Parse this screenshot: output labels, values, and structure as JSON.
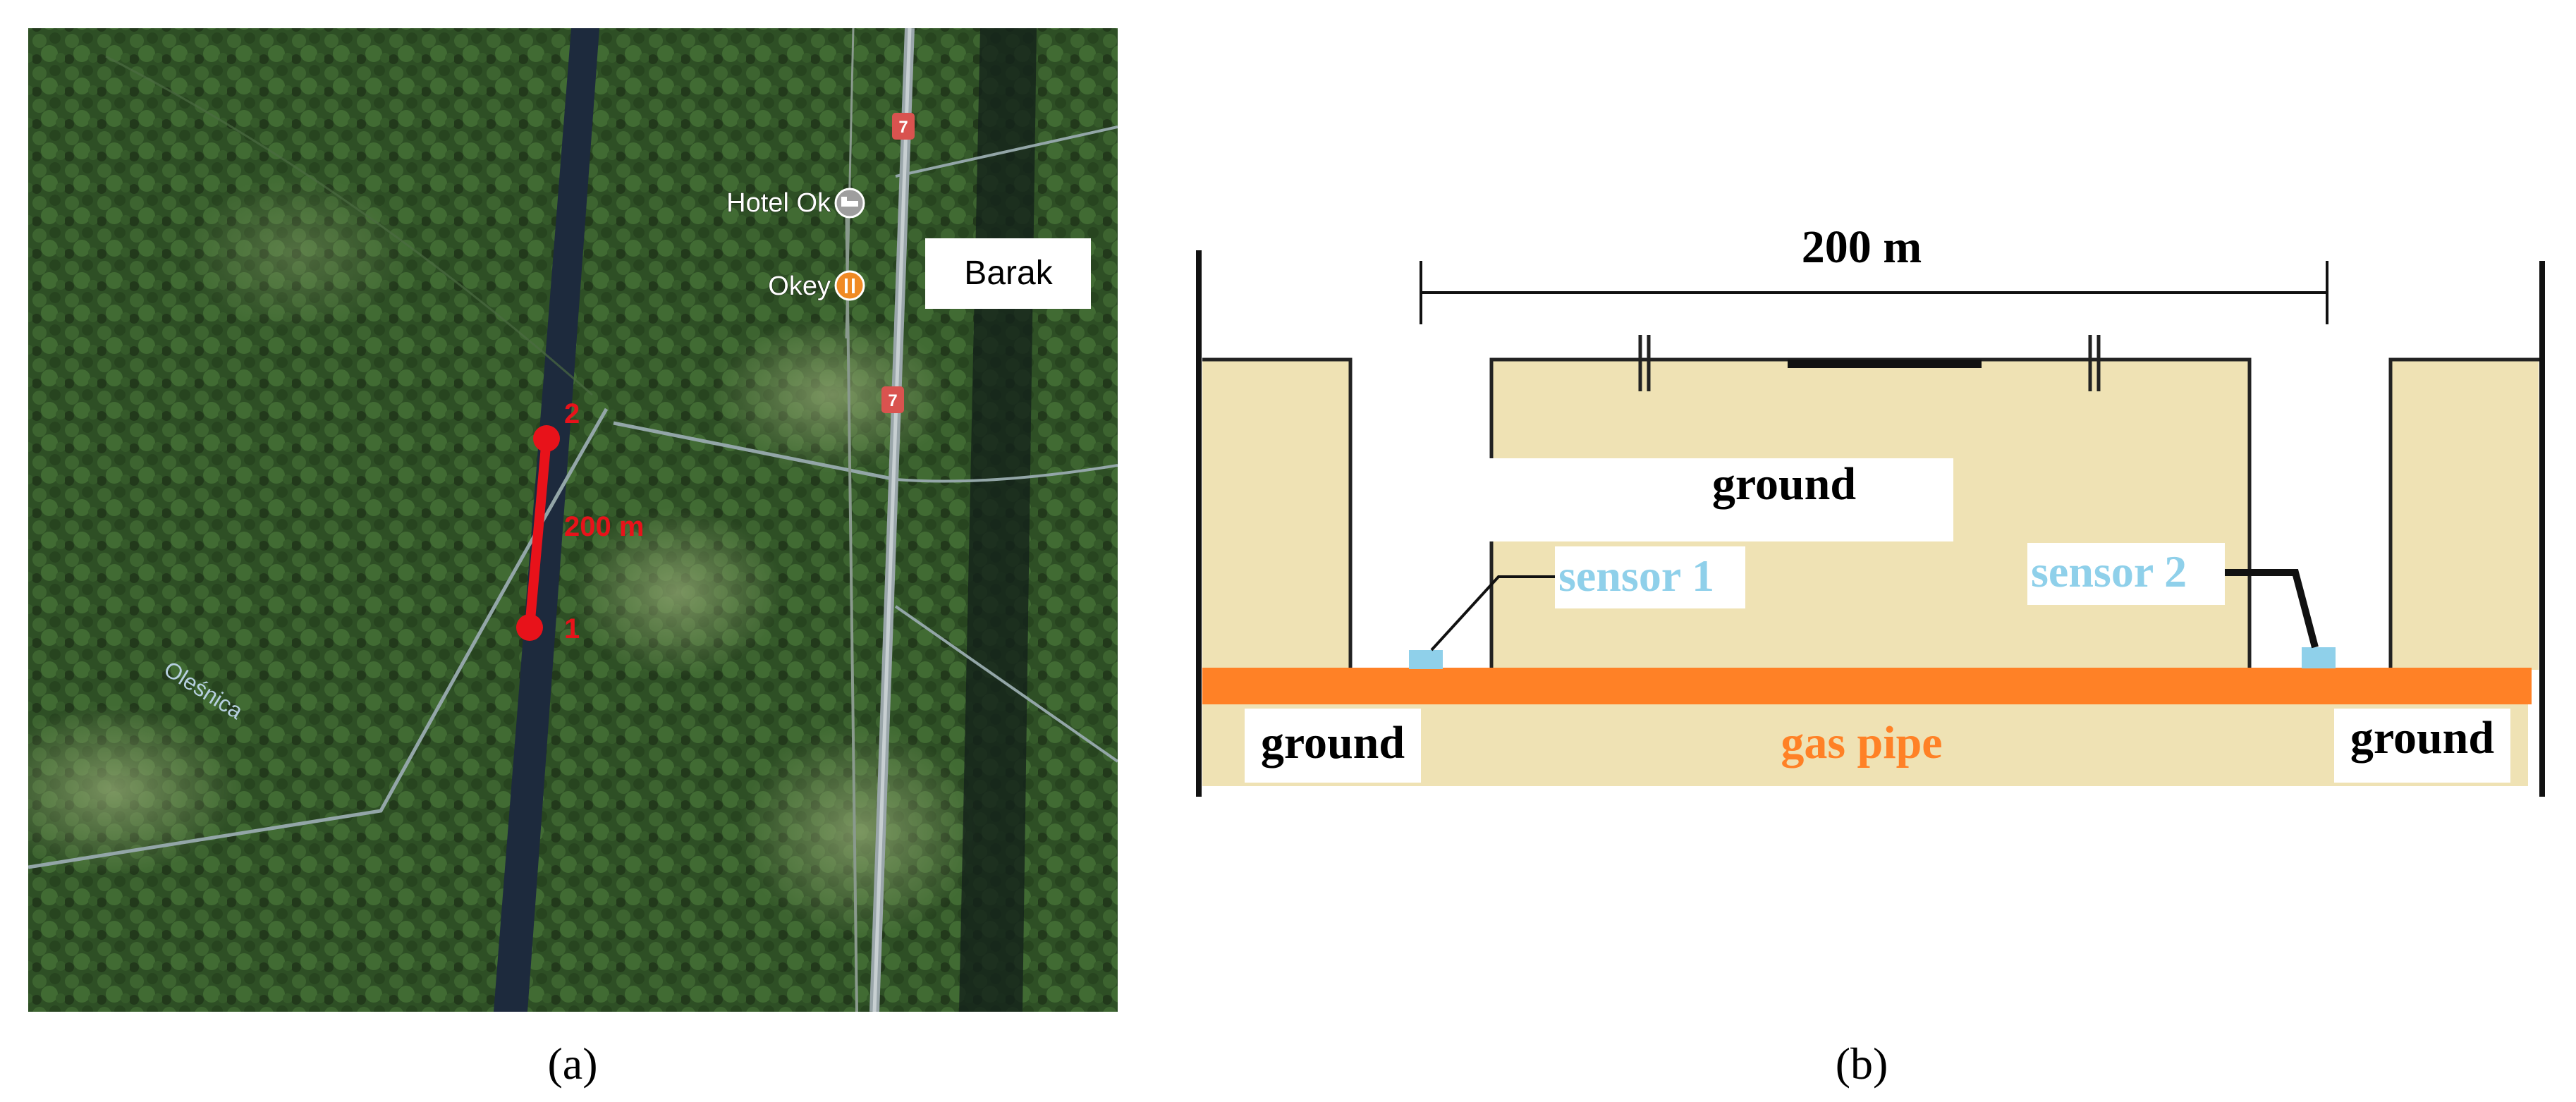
{
  "panel_a": {
    "caption": "(a)",
    "map_labels": {
      "hotel": "Hotel Ok",
      "restaurant": "Okey",
      "town": "Barak",
      "river": "Oleśnica",
      "road_number_top": "7",
      "road_number_mid": "7"
    },
    "measurement": {
      "point_1": "1",
      "point_2": "2",
      "distance": "200 m"
    },
    "colors": {
      "forest": "#2b4a22",
      "canal": "#1d2a3d",
      "marker": "#e8121a",
      "road_sign": "#d9534f",
      "poi_icon": "#f08a24"
    },
    "icons": [
      "hotel-bed-icon",
      "restaurant-fork-icon",
      "road-shield-icon"
    ]
  },
  "panel_b": {
    "caption": "(b)",
    "distance": "200 m",
    "ground_center": "ground",
    "ground_left": "ground",
    "ground_right": "ground",
    "pipe": "gas pipe",
    "sensor_1": "sensor 1",
    "sensor_2": "sensor 2",
    "colors": {
      "ground": "#efe2b4",
      "pipe": "#ff8126",
      "sensor": "#8fd0ea",
      "pipe_label": "#ff8126",
      "sensor_label": "#8fd0ea"
    }
  }
}
